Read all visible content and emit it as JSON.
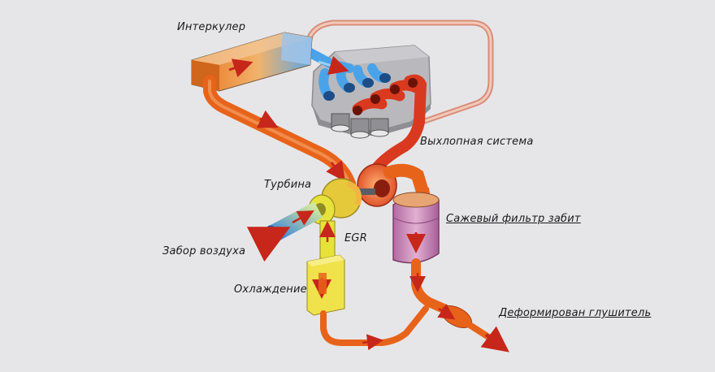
{
  "labels": {
    "intercooler": "Интеркулер",
    "exhaust_system": "Выхлопная система",
    "turbine": "Турбина",
    "soot_filter": "Сажевый фильтр забит",
    "egr": "EGR",
    "air_intake": "Забор воздуха",
    "cooling": "Охлаждение",
    "muffler": "Деформирован глушитель"
  },
  "colors": {
    "background": "#e6e6e8",
    "exhaust_pipe": "#e8631a",
    "hot_exhaust": "#d9391f",
    "intake_air": "#4aa3e8",
    "egr_yellow": "#e6e23a",
    "filter_body": "#c98fb8",
    "engine_block": "#b5b5b9"
  }
}
